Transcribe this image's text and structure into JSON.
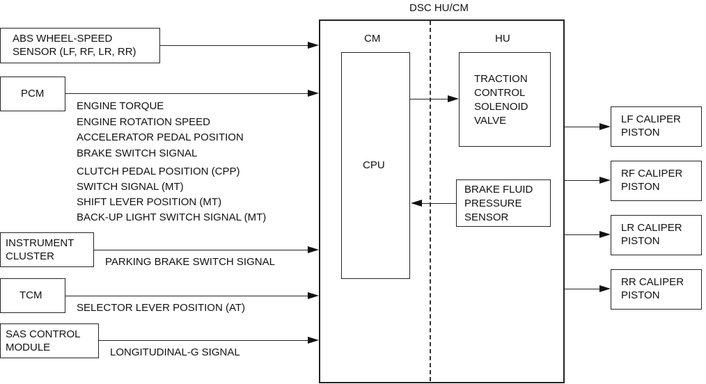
{
  "diagram": {
    "title": "DSC HU/CM",
    "sections": {
      "cm": "CM",
      "hu": "HU"
    },
    "cpu": "CPU",
    "tcs_valve": "TRACTION\nCONTROL\nSOLENOID\nVALVE",
    "brake_fluid_sensor": "BRAKE FLUID\nPRESSURE\nSENSOR",
    "inputs": [
      {
        "name": "ABS WHEEL-SPEED\nSENSOR (LF, RF, LR, RR)",
        "signals": ""
      },
      {
        "name": "PCM",
        "signals": "ENGINE TORQUE\nENGINE ROTATION SPEED\nACCELERATOR PEDAL POSITION\nBRAKE SWITCH SIGNAL"
      },
      {
        "name": "INSTRUMENT\nCLUSTER",
        "signals": "PARKING BRAKE SWITCH SIGNAL"
      },
      {
        "name": "TCM",
        "signals": "SELECTOR LEVER POSITION (AT)"
      },
      {
        "name": "SAS CONTROL\nMODULE",
        "signals": "LONGITUDINAL-G SIGNAL"
      }
    ],
    "pcm_signals_extra": "CLUTCH PEDAL POSITION (CPP)\nSWITCH SIGNAL (MT)\nSHIFT LEVER POSITION (MT)\nBACK-UP LIGHT SWITCH SIGNAL (MT)",
    "outputs": [
      "LF CALIPER\nPISTON",
      "RF CALIPER\nPISTON",
      "LR CALIPER\nPISTON",
      "RR CALIPER\nPISTON"
    ]
  }
}
